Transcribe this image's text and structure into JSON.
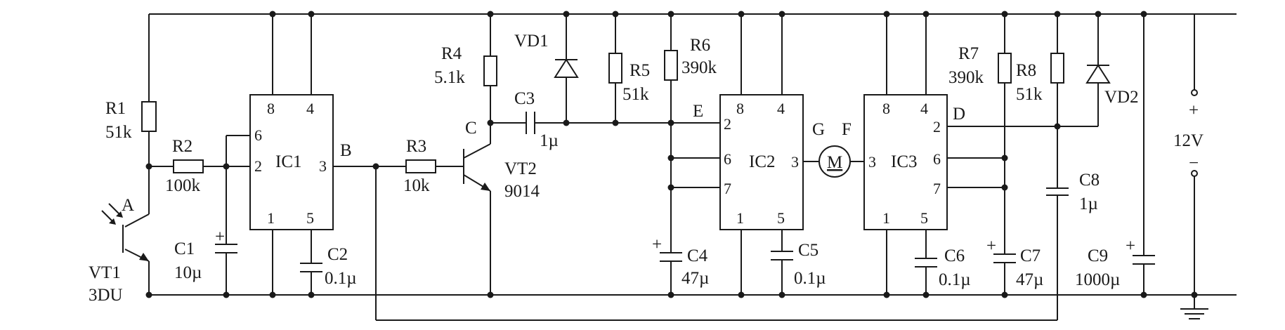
{
  "components": {
    "r1": {
      "name": "R1",
      "value": "51k"
    },
    "r2": {
      "name": "R2",
      "value": "100k"
    },
    "r3": {
      "name": "R3",
      "value": "10k"
    },
    "r4": {
      "name": "R4",
      "value": "5.1k"
    },
    "r5": {
      "name": "R5",
      "value": "51k"
    },
    "r6": {
      "name": "R6",
      "value": "390k"
    },
    "r7": {
      "name": "R7",
      "value": "390k"
    },
    "r8": {
      "name": "R8",
      "value": "51k"
    },
    "c1": {
      "name": "C1",
      "value": "10µ"
    },
    "c2": {
      "name": "C2",
      "value": "0.1µ"
    },
    "c3": {
      "name": "C3",
      "value": "1µ"
    },
    "c4": {
      "name": "C4",
      "value": "47µ"
    },
    "c5": {
      "name": "C5",
      "value": "0.1µ"
    },
    "c6": {
      "name": "C6",
      "value": "0.1µ"
    },
    "c7": {
      "name": "C7",
      "value": "47µ"
    },
    "c8": {
      "name": "C8",
      "value": "1µ"
    },
    "c9": {
      "name": "C9",
      "value": "1000µ"
    },
    "vt1": {
      "name": "VT1",
      "value": "3DU"
    },
    "vt2": {
      "name": "VT2",
      "value": "9014"
    },
    "vd1": {
      "name": "VD1"
    },
    "vd2": {
      "name": "VD2"
    },
    "motor": {
      "symbol": "M"
    },
    "ic1": {
      "name": "IC1",
      "pins": {
        "p8": "8",
        "p4": "4",
        "p6": "6",
        "p2": "2",
        "p3": "3",
        "p1": "1",
        "p5": "5"
      }
    },
    "ic2": {
      "name": "IC2",
      "pins": {
        "p8": "8",
        "p4": "4",
        "p2": "2",
        "p6": "6",
        "p7": "7",
        "p3": "3",
        "p1": "1",
        "p5": "5"
      }
    },
    "ic3": {
      "name": "IC3",
      "pins": {
        "p8": "8",
        "p4": "4",
        "p2": "2",
        "p6": "6",
        "p7": "7",
        "p3": "3",
        "p1": "1",
        "p5": "5"
      }
    }
  },
  "nodes": {
    "a": "A",
    "b": "B",
    "c": "C",
    "d": "D",
    "e": "E",
    "f": "F",
    "g": "G"
  },
  "power": {
    "voltage": "12V",
    "plus": "+",
    "minus": "−"
  },
  "polarity": {
    "plus": "+"
  }
}
